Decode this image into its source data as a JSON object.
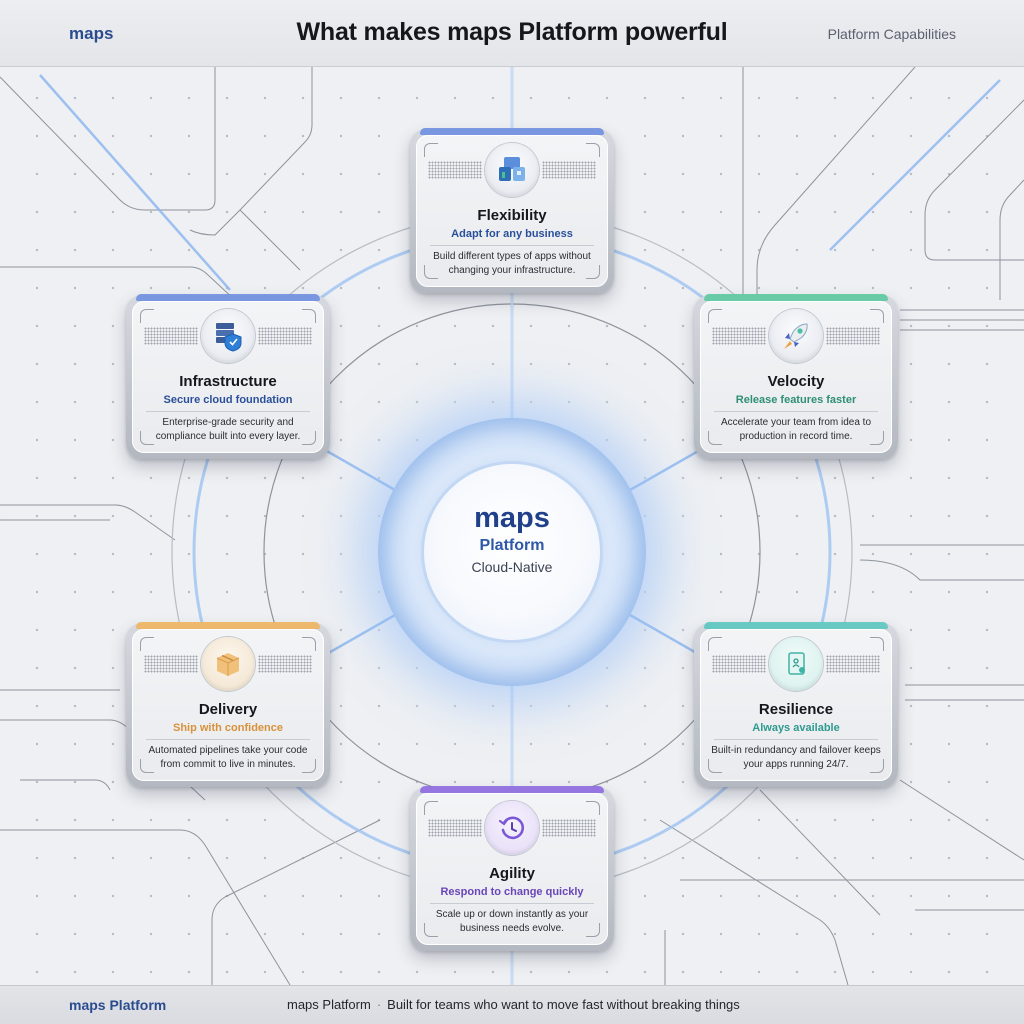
{
  "header": {
    "brand": "maps",
    "title": "What makes maps Platform powerful",
    "tag": "Platform Capabilities"
  },
  "hub": {
    "name": "maps",
    "subtitle": "Platform",
    "caption": "Cloud-Native"
  },
  "cards": [
    {
      "id": "flexibility",
      "title": "Flexibility",
      "subtitle": "Adapt for any business",
      "description": "Build different types of apps without changing your infrastructure.",
      "icon": "building-blocks-icon",
      "accent": "#6f8fe0",
      "accent_text": "#2a4f9a"
    },
    {
      "id": "infrastructure",
      "title": "Infrastructure",
      "subtitle": "Secure cloud foundation",
      "description": "Enterprise-grade security and compliance built into every layer.",
      "icon": "server-shield-icon",
      "accent": "#6f8fe0",
      "accent_text": "#2a4f9a"
    },
    {
      "id": "velocity",
      "title": "Velocity",
      "subtitle": "Release features faster",
      "description": "Accelerate your team from idea to production in record time.",
      "icon": "rocket-icon",
      "accent": "#5cc9a0",
      "accent_text": "#2f8f73"
    },
    {
      "id": "delivery",
      "title": "Delivery",
      "subtitle": "Ship with confidence",
      "description": "Automated pipelines take your code from commit to live in minutes.",
      "icon": "package-box-icon",
      "accent": "#f0b560",
      "accent_text": "#d8923a"
    },
    {
      "id": "resilience",
      "title": "Resilience",
      "subtitle": "Always available",
      "description": "Built-in redundancy and failover keeps your apps running 24/7.",
      "icon": "failover-document-icon",
      "accent": "#5cc8c0",
      "accent_text": "#2f9a8f"
    },
    {
      "id": "agility",
      "title": "Agility",
      "subtitle": "Respond to change quickly",
      "description": "Scale up or down instantly as your business needs evolve.",
      "icon": "history-clock-icon",
      "accent": "#8e6ae0",
      "accent_text": "#6a45b8"
    }
  ],
  "footer": {
    "brand": "maps Platform",
    "tagline_brand": "maps Platform",
    "separator": "·",
    "tagline": "Built for teams who want to move fast without breaking things"
  }
}
